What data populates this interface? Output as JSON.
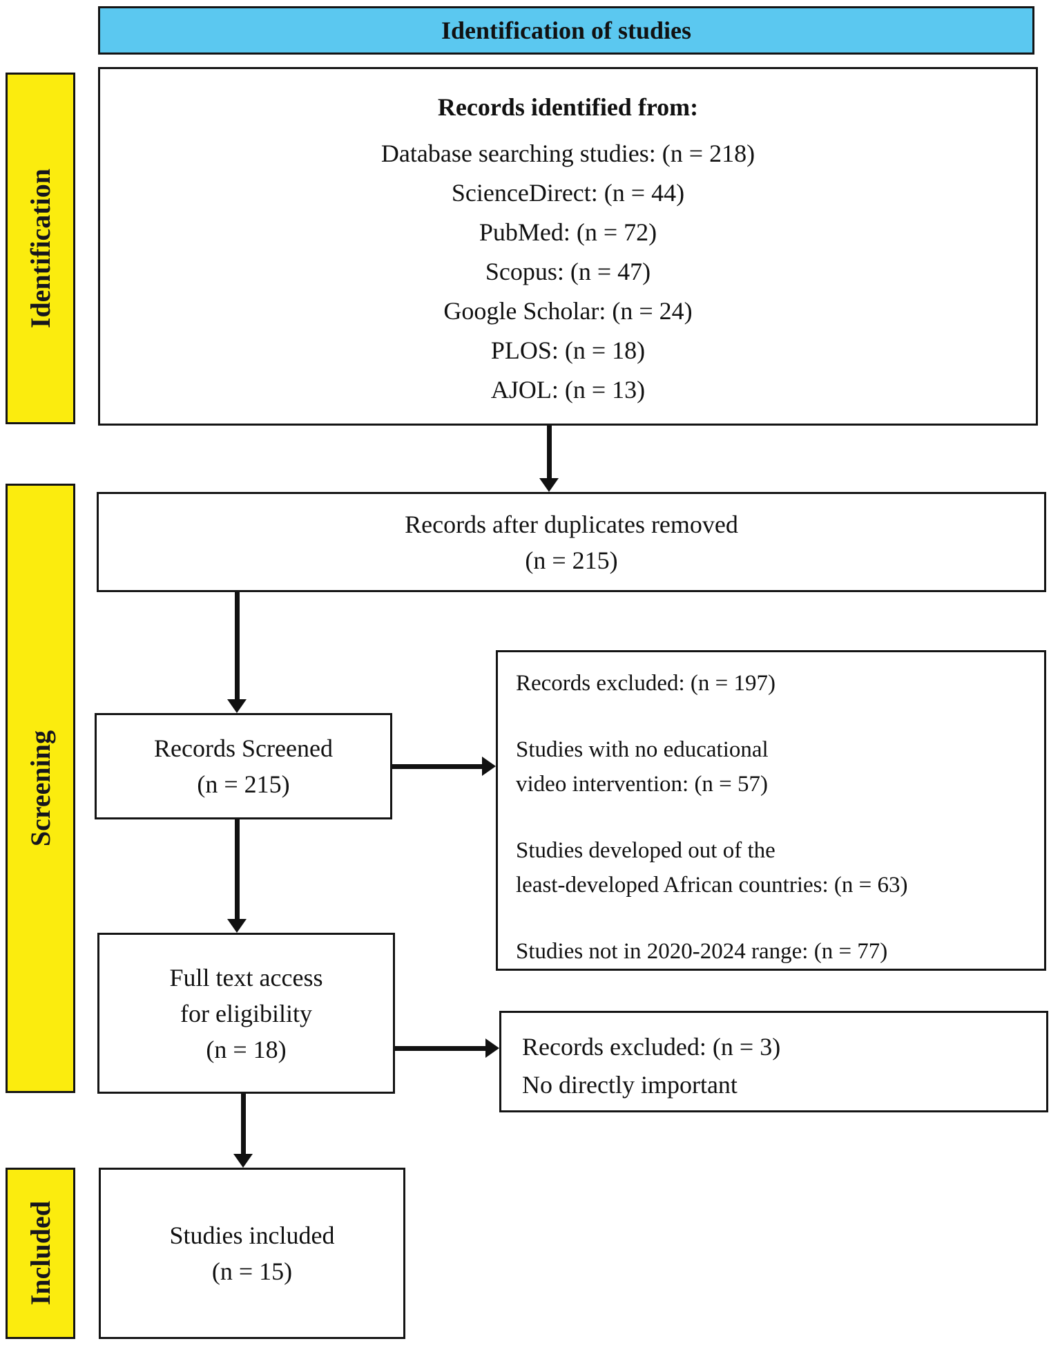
{
  "colors": {
    "header_bg": "#5bc8f0",
    "stage_bg": "#fbec0e",
    "border": "#141414",
    "arrow": "#111111",
    "text": "#111111"
  },
  "header": {
    "label": "Identification of studies"
  },
  "stages": {
    "identification": "Identification",
    "screening": "Screening",
    "included": "Included"
  },
  "boxes": {
    "identified": {
      "heading": "Records identified from:",
      "lines": [
        "Database searching studies: (n = 218)",
        "ScienceDirect: (n = 44)",
        "PubMed: (n = 72)",
        "Scopus: (n = 47)",
        "Google Scholar: (n = 24)",
        "PLOS: (n = 18)",
        "AJOL: (n = 13)"
      ]
    },
    "duplicates_removed": {
      "line1": "Records after duplicates removed",
      "line2": "(n = 215)"
    },
    "records_screened": {
      "line1": "Records Screened",
      "line2": "(n = 215)"
    },
    "records_excluded_screening": {
      "paragraphs": [
        "Records excluded: (n = 197)",
        "Studies with no educational\nvideo intervention: (n = 57)",
        "Studies developed out of the\nleast-developed African countries: (n = 63)",
        "Studies not in 2020-2024 range: (n = 77)"
      ]
    },
    "full_text_access": {
      "line1": "Full text access",
      "line2": "for eligibility",
      "line3": "(n = 18)"
    },
    "records_excluded_eligibility": {
      "line1": "Records excluded: (n = 3)",
      "line2": "No directly important"
    },
    "studies_included": {
      "line1": "Studies included",
      "line2": "(n = 15)"
    }
  }
}
